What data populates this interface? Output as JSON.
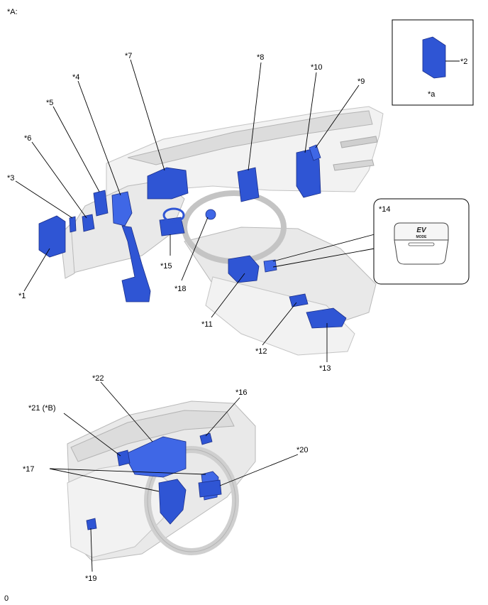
{
  "view_label": "*A:",
  "footer_code": "0",
  "inset_a": {
    "part_label": "*2",
    "caption": "*a"
  },
  "inset_14": {
    "label": "*14",
    "switch_top": "EV",
    "switch_bottom": "MODE"
  },
  "callouts": {
    "c1": "*1",
    "c3": "*3",
    "c4": "*4",
    "c5": "*5",
    "c6": "*6",
    "c7": "*7",
    "c8": "*8",
    "c9": "*9",
    "c10": "*10",
    "c11": "*11",
    "c12": "*12",
    "c13": "*13",
    "c15": "*15",
    "c16": "*16",
    "c17": "*17",
    "c18": "*18",
    "c19": "*19",
    "c20": "*20",
    "c21": "*21 (*B)",
    "c22": "*22"
  },
  "colors": {
    "part_fill": "#2f55d4",
    "dashboard": "#e9e9e9",
    "line": "#000000"
  }
}
